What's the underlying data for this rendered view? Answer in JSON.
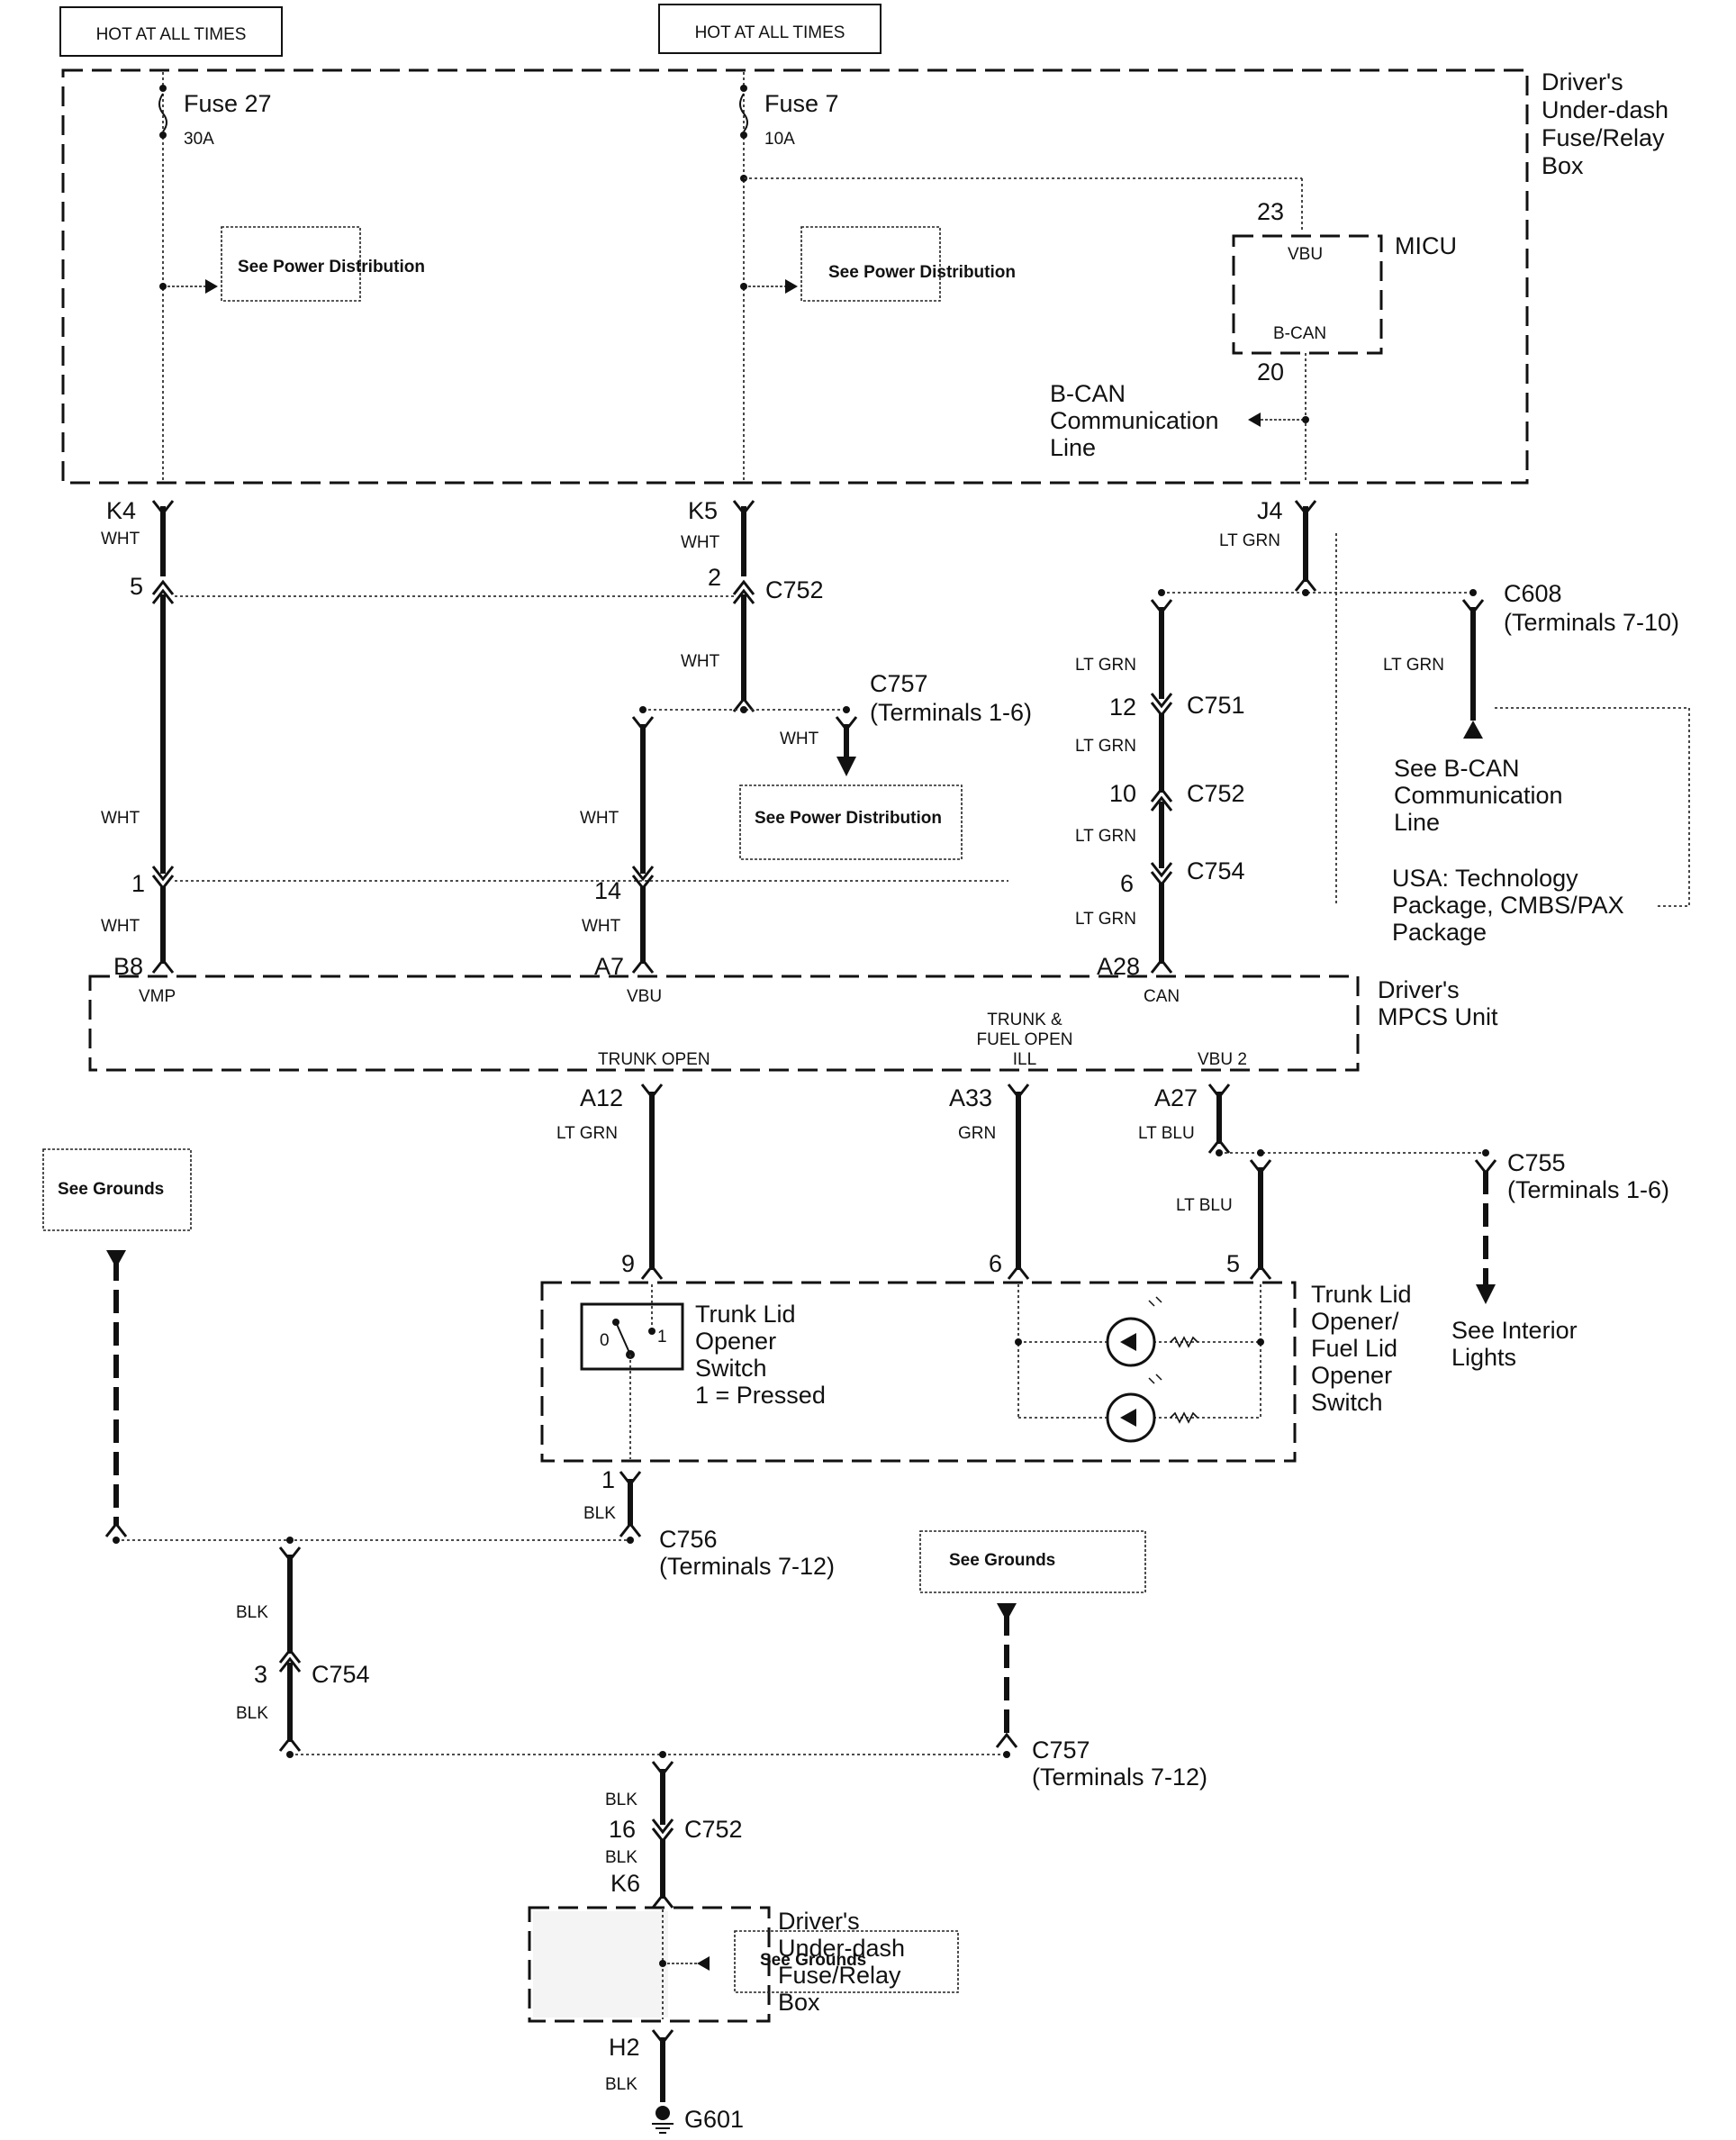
{
  "power_sources": [
    {
      "label": "HOT AT ALL TIMES"
    },
    {
      "label": "HOT AT ALL TIMES"
    }
  ],
  "fuse_box_top": {
    "name_lines": [
      "Driver's",
      "Under-dash",
      "Fuse/Relay",
      "Box"
    ],
    "fuses": [
      {
        "name": "Fuse 27",
        "rating": "30A"
      },
      {
        "name": "Fuse 7",
        "rating": "10A"
      }
    ],
    "see_power_distribution": "See Power Distribution",
    "micu": {
      "name": "MICU",
      "pin_vbu": "VBU",
      "pin_bcan": "B-CAN",
      "terminal_top": "23",
      "terminal_bottom": "20"
    },
    "bcan_line_lines": [
      "B-CAN",
      "Communication",
      "Line"
    ]
  },
  "wires": {
    "k4": {
      "terminal": "K4",
      "color": "WHT"
    },
    "k5": {
      "terminal": "K5",
      "color": "WHT"
    },
    "j4": {
      "terminal": "J4",
      "color": "LT GRN"
    },
    "c752_a": {
      "pin_left": "5",
      "pin_right": "2",
      "connector": "C752"
    },
    "k5_lower_color": "WHT",
    "c757_top": {
      "connector": "C757",
      "terminals": "(Terminals 1-6)",
      "color": "WHT",
      "ref": "See Power Distribution"
    },
    "left_color_mid": "WHT",
    "vbu_color_mid": "WHT",
    "left_c": {
      "pin": "1",
      "color": "WHT",
      "terminal": "B8"
    },
    "vbu_c": {
      "pin": "14",
      "color": "WHT",
      "terminal": "A7"
    },
    "c608": {
      "connector": "C608",
      "terminals": "(Terminals 7-10)",
      "color": "LT GRN"
    },
    "can_chain": [
      {
        "color": "LT GRN",
        "pin": "12",
        "connector": "C751"
      },
      {
        "color": "LT GRN",
        "pin": "10",
        "connector": "C752"
      },
      {
        "color": "LT GRN",
        "pin": "6",
        "connector": "C754"
      }
    ],
    "can_last": {
      "color": "LT GRN",
      "terminal": "A28"
    },
    "bcan_ref_lines": [
      "See B-CAN",
      "Communication",
      "Line"
    ],
    "usa_note_lines": [
      "USA: Technology",
      "Package, CMBS/PAX",
      "Package"
    ]
  },
  "mpcs": {
    "name_lines": [
      "Driver's",
      "MPCS Unit"
    ],
    "pins_top": [
      "VMP",
      "VBU",
      "CAN"
    ],
    "pin_trunk_open": "TRUNK OPEN",
    "pin_ill_lines": [
      "TRUNK &",
      "FUEL OPEN",
      "ILL"
    ],
    "pin_vbu2": "VBU 2"
  },
  "lower_wires": {
    "a12": {
      "terminal": "A12",
      "color": "LT GRN",
      "pin": "9"
    },
    "a33": {
      "terminal": "A33",
      "color": "GRN",
      "pin": "6"
    },
    "a27": {
      "terminal": "A27",
      "color": "LT BLU"
    },
    "a27_branch": {
      "color": "LT BLU",
      "pin": "5"
    },
    "c755": {
      "connector": "C755",
      "terminals": "(Terminals 1-6)"
    },
    "interior_lines": [
      "See Interior",
      "Lights"
    ]
  },
  "switch_assembly": {
    "name_lines": [
      "Trunk Lid",
      "Opener/",
      "Fuel Lid",
      "Opener",
      "Switch"
    ],
    "switch_lines": [
      "Trunk Lid",
      "Opener",
      "Switch",
      "1 = Pressed"
    ],
    "pos_0": "0",
    "pos_1": "1"
  },
  "ground": {
    "see_grounds": "See Grounds",
    "pin_1": "1",
    "color_1": "BLK",
    "c756": {
      "connector": "C756",
      "terminals": "(Terminals 7-12)"
    },
    "c754": {
      "color_top": "BLK",
      "pin": "3",
      "connector": "C754",
      "color_bottom": "BLK"
    },
    "c757": {
      "connector": "C757",
      "terminals": "(Terminals 7-12)"
    },
    "c752": {
      "color_top": "BLK",
      "pin": "16",
      "connector": "C752",
      "color_bottom": "BLK",
      "terminal": "K6"
    },
    "fuse_box_lines": [
      "Driver's",
      "Under-dash",
      "Fuse/Relay",
      "Box"
    ],
    "h2": {
      "terminal": "H2",
      "color": "BLK"
    },
    "ground_point": "G601"
  }
}
